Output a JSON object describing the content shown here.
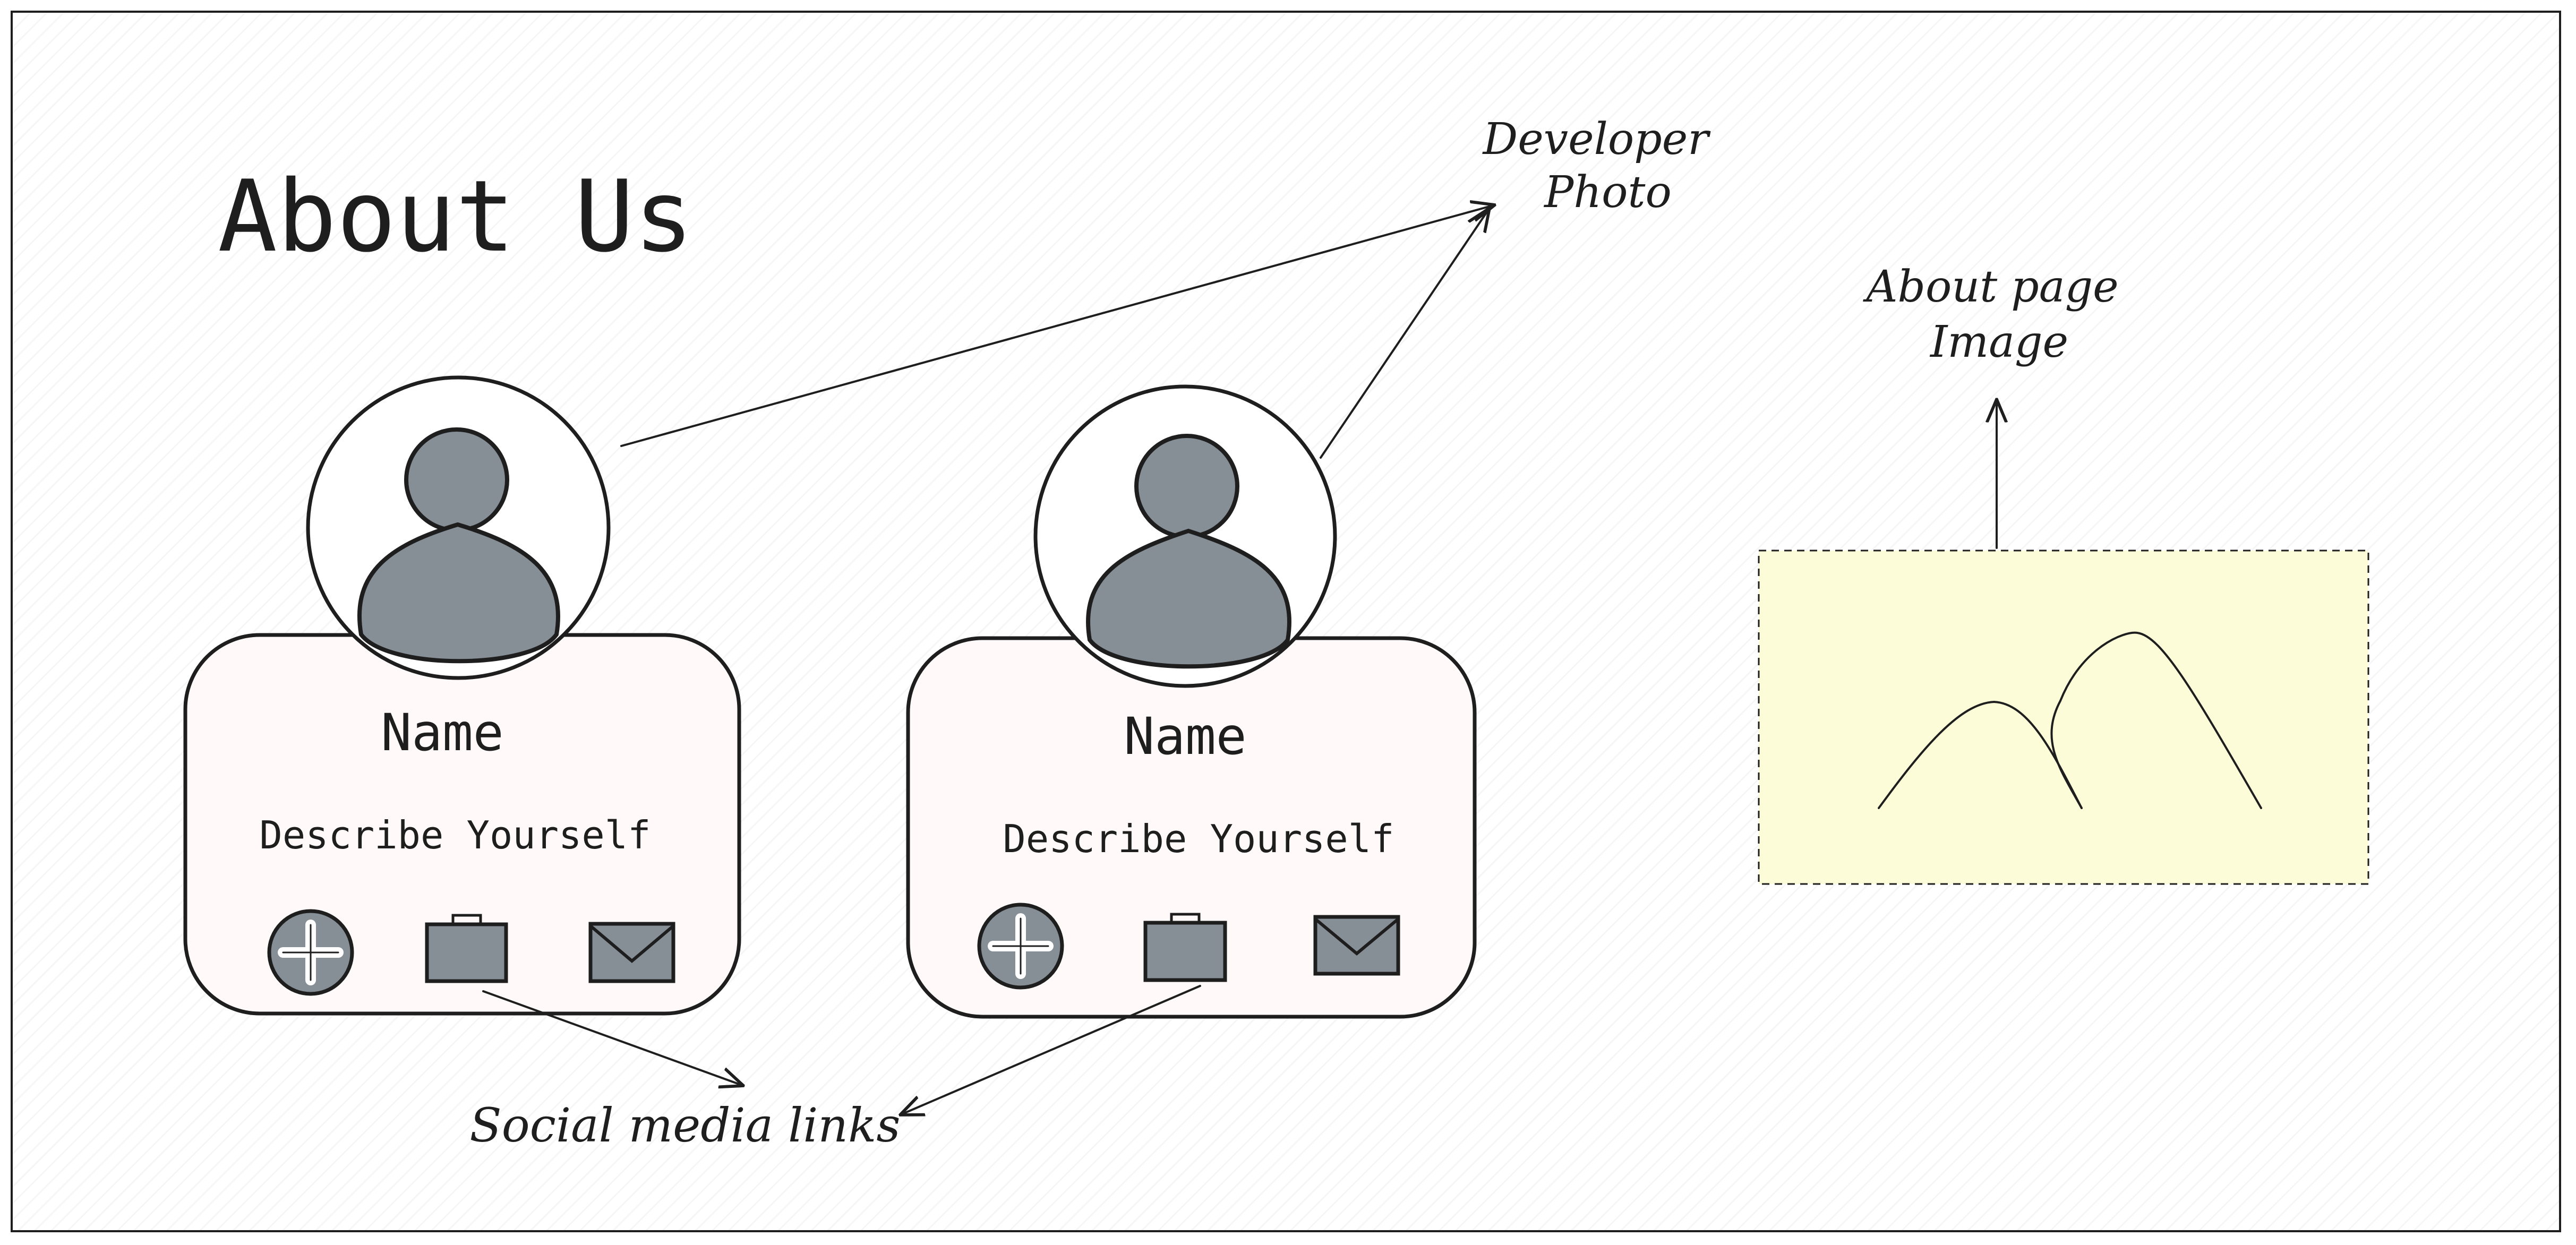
{
  "title": "About Us",
  "cards": [
    {
      "name": "Name",
      "description": "Describe Yourself",
      "icons": [
        "plus-icon",
        "briefcase-icon",
        "mail-icon"
      ]
    },
    {
      "name": "Name",
      "description": "Describe Yourself",
      "icons": [
        "plus-icon",
        "briefcase-icon",
        "mail-icon"
      ]
    }
  ],
  "annotations": {
    "developer_photo_line1": "Developer",
    "developer_photo_line2": "Photo",
    "about_image_line1": "About page",
    "about_image_line2": "Image",
    "social_links": "Social media links"
  },
  "colors": {
    "stroke": "#1e1e1e",
    "avatar_fill": "#868e96",
    "card_fill": "#fff9f9",
    "image_fill": "#fcfcd8"
  }
}
